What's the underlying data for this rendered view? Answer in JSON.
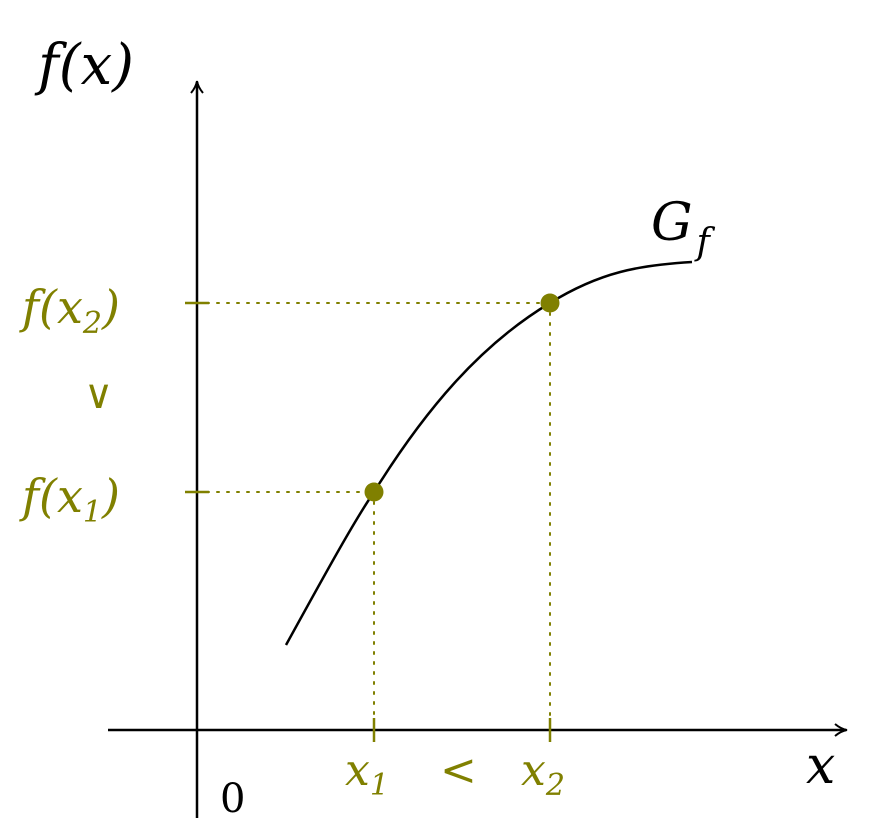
{
  "colors": {
    "axis": "#000000",
    "curve": "#000000",
    "accent": "#808000"
  },
  "axes": {
    "y_label": "f(x)",
    "x_label": "x",
    "origin_label": "0"
  },
  "curve": {
    "label_main": "G",
    "label_sub": "f"
  },
  "points": [
    {
      "x_label_main": "x",
      "x_label_sub": "1",
      "y_label_prefix": "f(x",
      "y_label_sub": "1",
      "y_label_suffix": ")"
    },
    {
      "x_label_main": "x",
      "x_label_sub": "2",
      "y_label_prefix": "f(x",
      "y_label_sub": "2",
      "y_label_suffix": ")"
    }
  ],
  "relations": {
    "x_relation": "<",
    "y_relation": "∨"
  }
}
